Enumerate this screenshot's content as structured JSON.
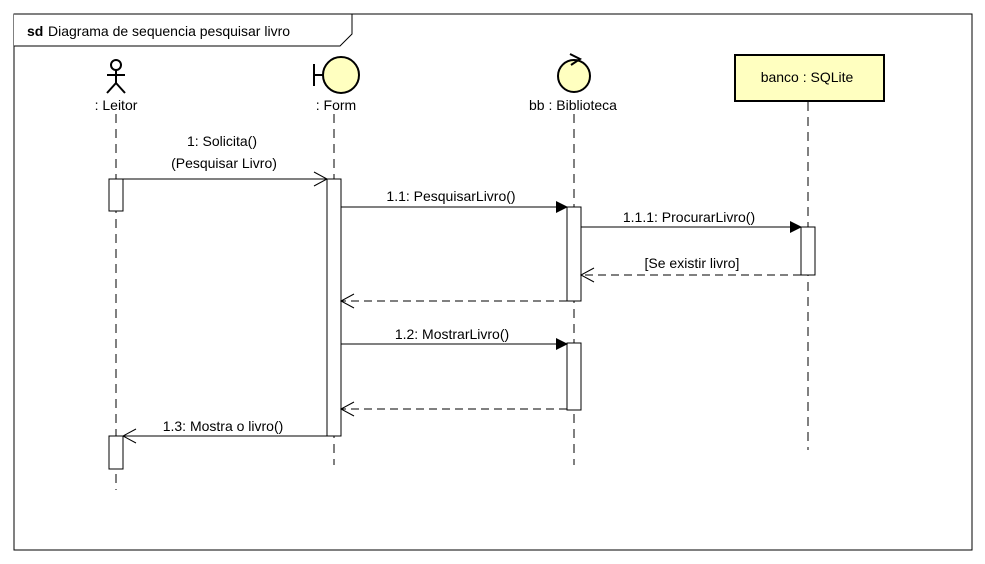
{
  "frame": {
    "keyword": "sd",
    "title": "Diagrama de sequencia pesquisar livro"
  },
  "participants": {
    "leitor": {
      "label": ": Leitor",
      "kind": "actor"
    },
    "form": {
      "label": ": Form",
      "kind": "boundary"
    },
    "biblioteca": {
      "label": "bb : Biblioteca",
      "kind": "control"
    },
    "banco": {
      "label": "banco : SQLite",
      "kind": "object"
    }
  },
  "messages": {
    "m1_line1": "1: Solicita()",
    "m1_line2": "(Pesquisar Livro)",
    "m11": "1.1: PesquisarLivro()",
    "m111": "1.1.1: ProcurarLivro()",
    "r111": "[Se existir livro]",
    "m12": "1.2: MostrarLivro()",
    "m13": "1.3: Mostra o livro()"
  },
  "colors": {
    "participant_fill": "#ffffc0",
    "line": "#000000",
    "background": "#ffffff"
  }
}
